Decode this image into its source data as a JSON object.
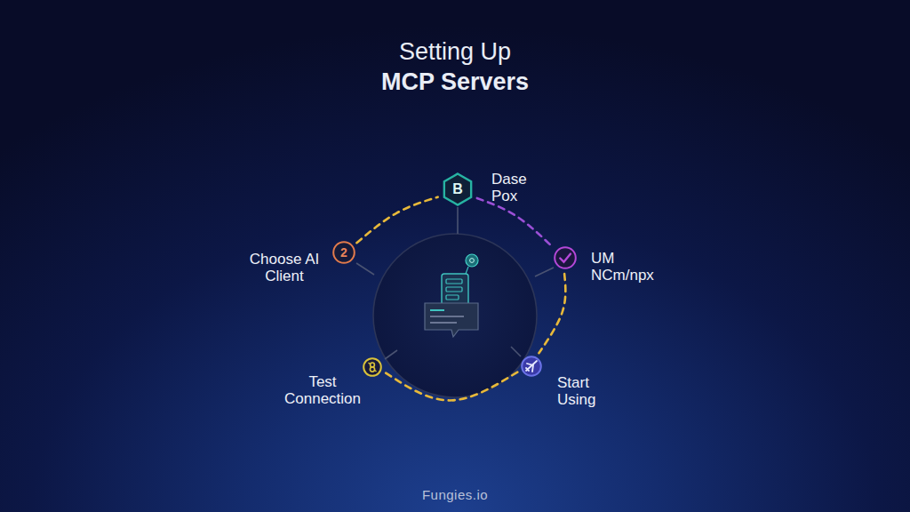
{
  "diagram": {
    "title": "Setting Up MCP Servers",
    "nodes": [
      {
        "text": [
          "2",
          "Choose AI Client"
        ]
      },
      {
        "text": [
          "B",
          "Dase Pox"
        ]
      },
      {
        "text": [
          "UM NCm/npx"
        ]
      },
      {
        "text": [
          "Start Using"
        ]
      },
      {
        "text": [
          "Test Connection"
        ]
      }
    ],
    "edges": [
      {
        "from": 0,
        "to": 1,
        "arrow": "none"
      },
      {
        "from": 1,
        "to": 2,
        "arrow": "none"
      },
      {
        "from": 2,
        "to": 3,
        "arrow": "none"
      },
      {
        "from": 3,
        "to": 4,
        "arrow": "none"
      }
    ],
    "labels": [
      "Fungies.io"
    ]
  }
}
